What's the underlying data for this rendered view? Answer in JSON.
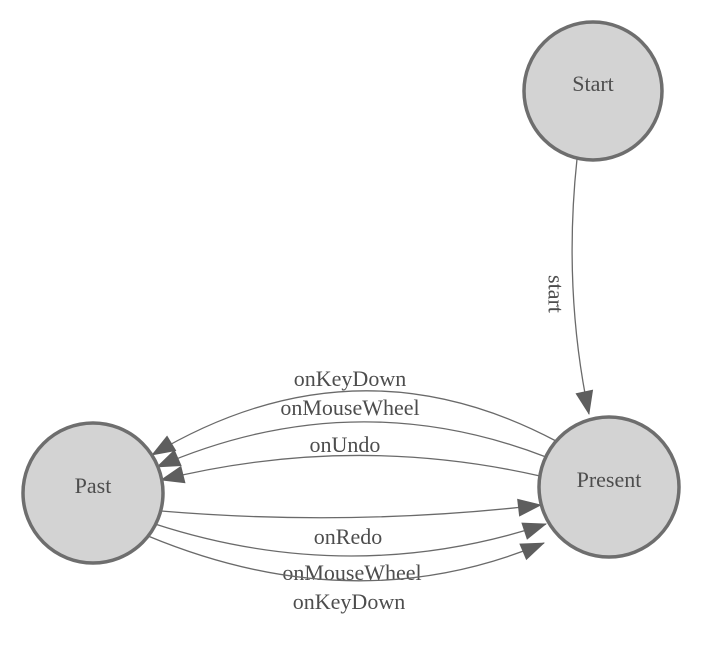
{
  "diagram": {
    "type": "state-machine",
    "nodes": [
      {
        "id": "start",
        "label": "Start"
      },
      {
        "id": "present",
        "label": "Present"
      },
      {
        "id": "past",
        "label": "Past"
      }
    ],
    "edges": [
      {
        "from": "start",
        "to": "present",
        "label": "start"
      },
      {
        "from": "present",
        "to": "past",
        "label": "onKeyDown"
      },
      {
        "from": "present",
        "to": "past",
        "label": "onMouseWheel"
      },
      {
        "from": "present",
        "to": "past",
        "label": "onUndo"
      },
      {
        "from": "past",
        "to": "present",
        "label": "onRedo"
      },
      {
        "from": "past",
        "to": "present",
        "label": "onMouseWheel"
      },
      {
        "from": "past",
        "to": "present",
        "label": "onKeyDown"
      }
    ],
    "colors": {
      "background": "#ffffff",
      "node_fill": "#d3d3d3",
      "node_stroke": "#6e6e6e",
      "edge": "#6a6a6a",
      "arrow": "#5e5e5e",
      "label_text": "#4d4d4d"
    }
  }
}
